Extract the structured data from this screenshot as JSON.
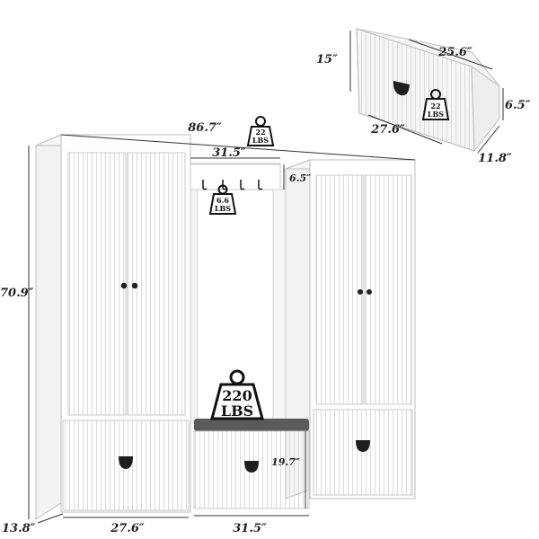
{
  "dimensions": {
    "overall_width": "86.7″",
    "shelf_width": "31.5″",
    "shelf_height": "6.5″",
    "overall_height": "70.9″",
    "depth": "13.8″",
    "cabinet_width": "27.6″",
    "bench_width": "31.5″",
    "bench_height": "19.7″"
  },
  "drawer_dimensions": {
    "height": "15″",
    "depth": "25.6″",
    "inner_height": "6.5″",
    "width": "27.6″",
    "inner_depth": "11.8″"
  },
  "weights": {
    "top_value": "22",
    "top_unit": "LBS",
    "hook_value": "6.6",
    "hook_unit": "LBS",
    "drawer_value": "22",
    "drawer_unit": "LBS",
    "bench_value": "220",
    "bench_unit": "LBS"
  },
  "colors": {
    "cabinet": "#ffffff",
    "outline": "#b8b8b8",
    "groove": "#d6d6d6",
    "cushion": "#5a5a5a",
    "hardware": "#1e1e1e"
  }
}
